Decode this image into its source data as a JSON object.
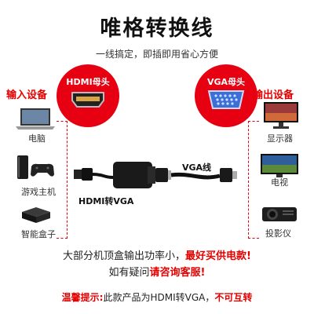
{
  "title": "唯格转换线",
  "subtitle": "一线搞定，即插即用省心方便",
  "input": {
    "label": "输入设备",
    "connector": "HDMI母头",
    "devices": [
      "电脑",
      "游戏主机",
      "智能盒子"
    ]
  },
  "output": {
    "label": "输出设备",
    "connector": "VGA母头",
    "devices": [
      "显示器",
      "电视",
      "投影仪"
    ]
  },
  "adapter_label": "HDMI转VGA",
  "cable_label": "VGA线",
  "notes": {
    "line1_plain": "大部分机顶盒输出功率小，",
    "line1_red": "最好买供电款!",
    "line2_plain": "如有疑问",
    "line2_red": "请咨询客服!"
  },
  "tip": {
    "prefix": "温馨提示:",
    "body": "此款产品为HDMI转VGA，",
    "warning": "不可互转"
  },
  "colors": {
    "accent": "#e60012"
  }
}
